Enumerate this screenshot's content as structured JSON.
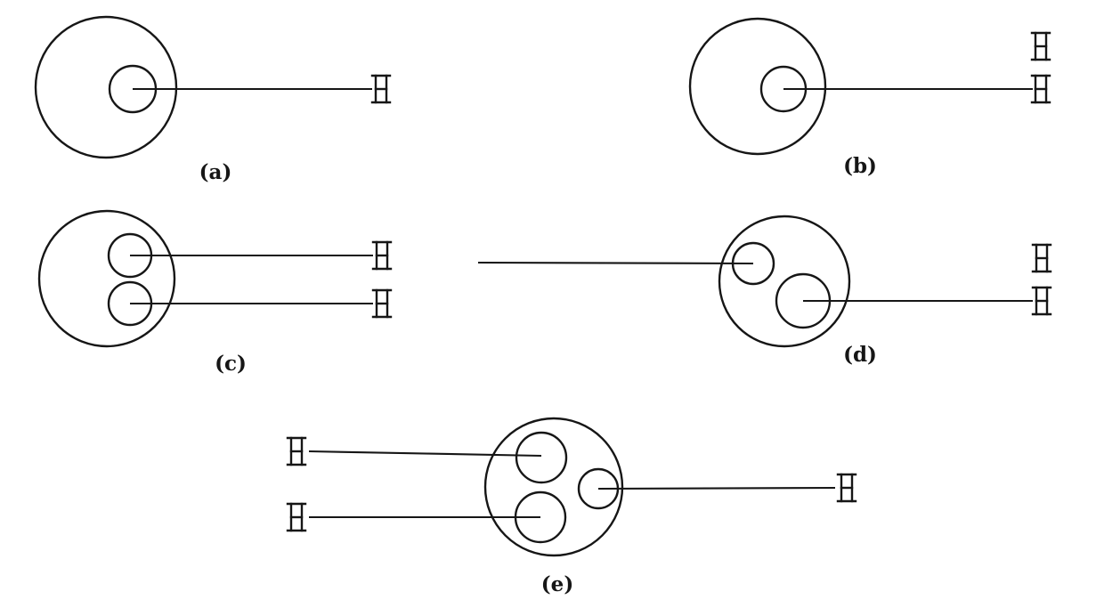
{
  "page": {
    "background_color": "#ffffff",
    "ink_color": "#161616"
  },
  "figures": [
    {
      "id": "a",
      "label": "(a)",
      "inner_circles": 1,
      "terminations": [
        "single-h-right"
      ]
    },
    {
      "id": "b",
      "label": "(b)",
      "inner_circles": 1,
      "terminations": [
        "double-h-right"
      ]
    },
    {
      "id": "c",
      "label": "(c)",
      "inner_circles": 2,
      "terminations": [
        "single-h-right",
        "single-h-right"
      ]
    },
    {
      "id": "d",
      "label": "(d)",
      "inner_circles": 2,
      "terminations": [
        "open-line-left",
        "double-h-right"
      ]
    },
    {
      "id": "e",
      "label": "(e)",
      "inner_circles": 3,
      "terminations": [
        "single-h-left",
        "single-h-left",
        "single-h-right"
      ]
    }
  ],
  "icons": {
    "termination": "h-bar-termination-icon"
  }
}
